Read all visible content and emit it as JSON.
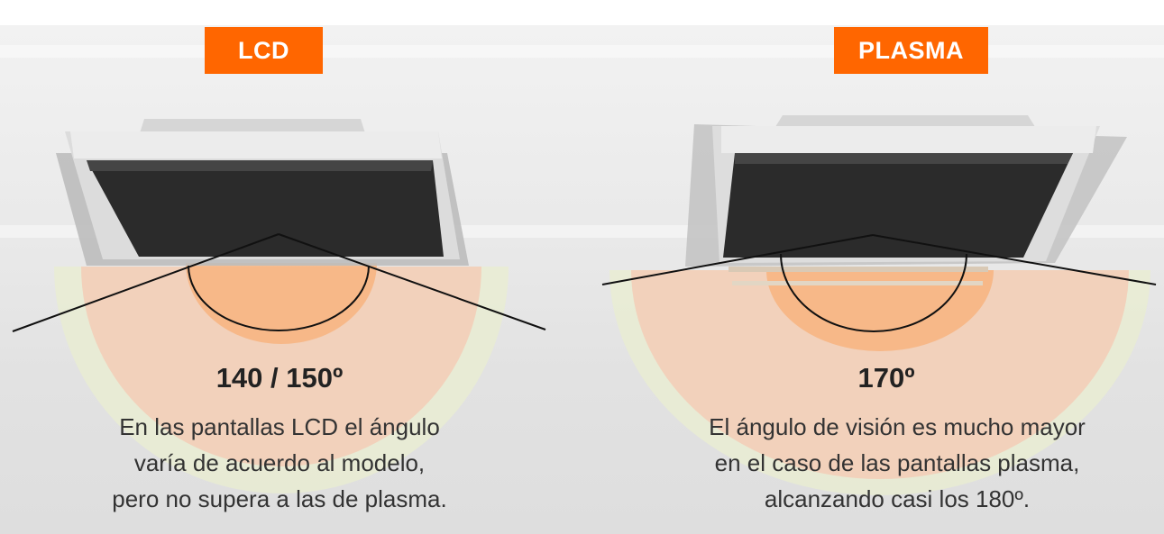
{
  "colors": {
    "badge": "#ff6600",
    "fan_outer": "#f3cdb6",
    "fan_inner": "#f7b27c",
    "fan_halo": "#e9ecd2",
    "screen": "#2b2b2b",
    "bezel": "#c9c9c9"
  },
  "lcd": {
    "label": "LCD",
    "angle": "140 / 150º",
    "angle_degrees": [
      140,
      150
    ],
    "description": [
      "En las pantallas LCD el ángulo",
      "varía de acuerdo al modelo,",
      "pero no supera a las de plasma."
    ]
  },
  "plasma": {
    "label": "PLASMA",
    "angle": "170º",
    "angle_degrees": 170,
    "description": [
      "El ángulo de visión es mucho mayor",
      "en el caso de las pantallas plasma,",
      "alcanzando casi los 180º."
    ]
  }
}
